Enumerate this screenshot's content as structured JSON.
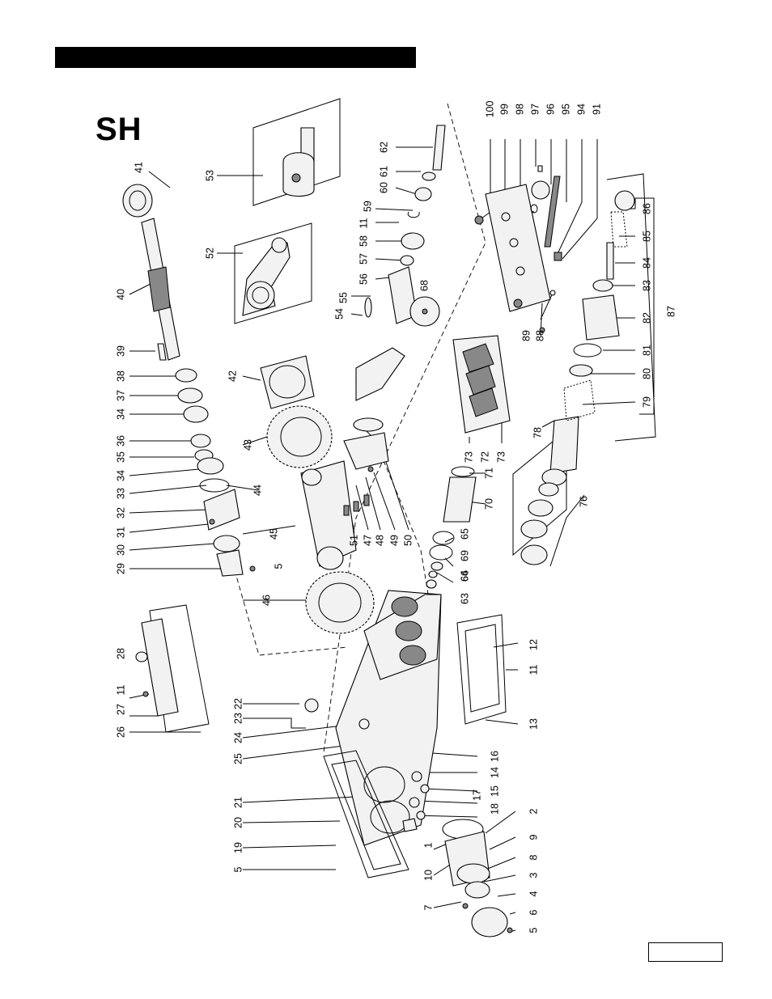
{
  "model_code": "SH",
  "callouts": [
    {
      "id": "c100",
      "text": "100"
    },
    {
      "id": "c99",
      "text": "99"
    },
    {
      "id": "c98",
      "text": "98"
    },
    {
      "id": "c97",
      "text": "97"
    },
    {
      "id": "c96",
      "text": "96"
    },
    {
      "id": "c95",
      "text": "95"
    },
    {
      "id": "c94",
      "text": "94"
    },
    {
      "id": "c91",
      "text": "91"
    },
    {
      "id": "c62",
      "text": "62"
    },
    {
      "id": "c61",
      "text": "61"
    },
    {
      "id": "c60",
      "text": "60"
    },
    {
      "id": "c59",
      "text": "59"
    },
    {
      "id": "c11a",
      "text": "11"
    },
    {
      "id": "c58",
      "text": "58"
    },
    {
      "id": "c57",
      "text": "57"
    },
    {
      "id": "c56",
      "text": "56"
    },
    {
      "id": "c55",
      "text": "55"
    },
    {
      "id": "c54",
      "text": "54"
    },
    {
      "id": "c68",
      "text": "68"
    },
    {
      "id": "c53",
      "text": "53"
    },
    {
      "id": "c52",
      "text": "52"
    },
    {
      "id": "c41",
      "text": "41"
    },
    {
      "id": "c40",
      "text": "40"
    },
    {
      "id": "c39",
      "text": "39"
    },
    {
      "id": "c38",
      "text": "38"
    },
    {
      "id": "c37",
      "text": "37"
    },
    {
      "id": "c34a",
      "text": "34"
    },
    {
      "id": "c36",
      "text": "36"
    },
    {
      "id": "c35",
      "text": "35"
    },
    {
      "id": "c34b",
      "text": "34"
    },
    {
      "id": "c33",
      "text": "33"
    },
    {
      "id": "c32",
      "text": "32"
    },
    {
      "id": "c31",
      "text": "31"
    },
    {
      "id": "c30",
      "text": "30"
    },
    {
      "id": "c29",
      "text": "29"
    },
    {
      "id": "c5a",
      "text": "5"
    },
    {
      "id": "c44",
      "text": "44"
    },
    {
      "id": "c42",
      "text": "42"
    },
    {
      "id": "c43",
      "text": "43"
    },
    {
      "id": "c45",
      "text": "45"
    },
    {
      "id": "c46",
      "text": "46"
    },
    {
      "id": "c51",
      "text": "51"
    },
    {
      "id": "c47",
      "text": "47"
    },
    {
      "id": "c48",
      "text": "48"
    },
    {
      "id": "c49",
      "text": "49"
    },
    {
      "id": "c50",
      "text": "50"
    },
    {
      "id": "c89",
      "text": "89"
    },
    {
      "id": "c88",
      "text": "88"
    },
    {
      "id": "c86",
      "text": "86"
    },
    {
      "id": "c85",
      "text": "85"
    },
    {
      "id": "c84",
      "text": "84"
    },
    {
      "id": "c83",
      "text": "83"
    },
    {
      "id": "c82",
      "text": "82"
    },
    {
      "id": "c87",
      "text": "87"
    },
    {
      "id": "c81",
      "text": "81"
    },
    {
      "id": "c80",
      "text": "80"
    },
    {
      "id": "c79",
      "text": "79"
    },
    {
      "id": "c78",
      "text": "78"
    },
    {
      "id": "c73a",
      "text": "73"
    },
    {
      "id": "c72",
      "text": "72"
    },
    {
      "id": "c73b",
      "text": "73"
    },
    {
      "id": "c71",
      "text": "71"
    },
    {
      "id": "c70",
      "text": "70"
    },
    {
      "id": "c76",
      "text": "76"
    },
    {
      "id": "c65",
      "text": "65"
    },
    {
      "id": "c69",
      "text": "69"
    },
    {
      "id": "c66",
      "text": "66"
    },
    {
      "id": "c64",
      "text": "64"
    },
    {
      "id": "c63",
      "text": "63"
    },
    {
      "id": "c28",
      "text": "28"
    },
    {
      "id": "c11b",
      "text": "11"
    },
    {
      "id": "c27",
      "text": "27"
    },
    {
      "id": "c26",
      "text": "26"
    },
    {
      "id": "c22",
      "text": "22"
    },
    {
      "id": "c23",
      "text": "23"
    },
    {
      "id": "c24",
      "text": "24"
    },
    {
      "id": "c25",
      "text": "25"
    },
    {
      "id": "c21",
      "text": "21"
    },
    {
      "id": "c20",
      "text": "20"
    },
    {
      "id": "c19",
      "text": "19"
    },
    {
      "id": "c5b",
      "text": "5"
    },
    {
      "id": "c12",
      "text": "12"
    },
    {
      "id": "c11c",
      "text": "11"
    },
    {
      "id": "c13",
      "text": "13"
    },
    {
      "id": "c16",
      "text": "16"
    },
    {
      "id": "c14",
      "text": "14"
    },
    {
      "id": "c15",
      "text": "15"
    },
    {
      "id": "c17",
      "text": "17"
    },
    {
      "id": "c18",
      "text": "18"
    },
    {
      "id": "c2",
      "text": "2"
    },
    {
      "id": "c1",
      "text": "1"
    },
    {
      "id": "c9",
      "text": "9"
    },
    {
      "id": "c10",
      "text": "10"
    },
    {
      "id": "c8",
      "text": "8"
    },
    {
      "id": "c3",
      "text": "3"
    },
    {
      "id": "c7",
      "text": "7"
    },
    {
      "id": "c4",
      "text": "4"
    },
    {
      "id": "c6",
      "text": "6"
    },
    {
      "id": "c5c",
      "text": "5"
    }
  ]
}
